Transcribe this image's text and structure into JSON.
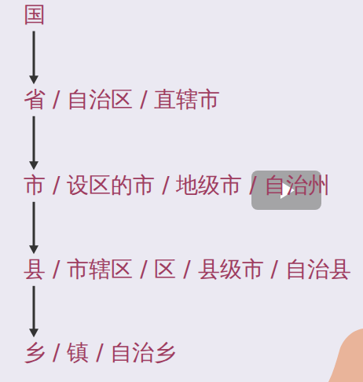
{
  "diagram": {
    "nodes": [
      {
        "text": [
          "国"
        ]
      },
      {
        "text": [
          "省 / 自治区 / 直辖市"
        ]
      },
      {
        "text": [
          "市 / 设区的市 / 地级市 / 自治州"
        ]
      },
      {
        "text": [
          "县 / 市辖区 / 区 / 县级市 / 自治县"
        ]
      },
      {
        "text": [
          "乡 / 镇 / 自治乡"
        ]
      }
    ],
    "edges": [
      {
        "from": 0,
        "to": 1,
        "arrow": "to"
      },
      {
        "from": 1,
        "to": 2,
        "arrow": "to"
      },
      {
        "from": 2,
        "to": 3,
        "arrow": "to"
      },
      {
        "from": 3,
        "to": 4,
        "arrow": "to"
      }
    ]
  }
}
